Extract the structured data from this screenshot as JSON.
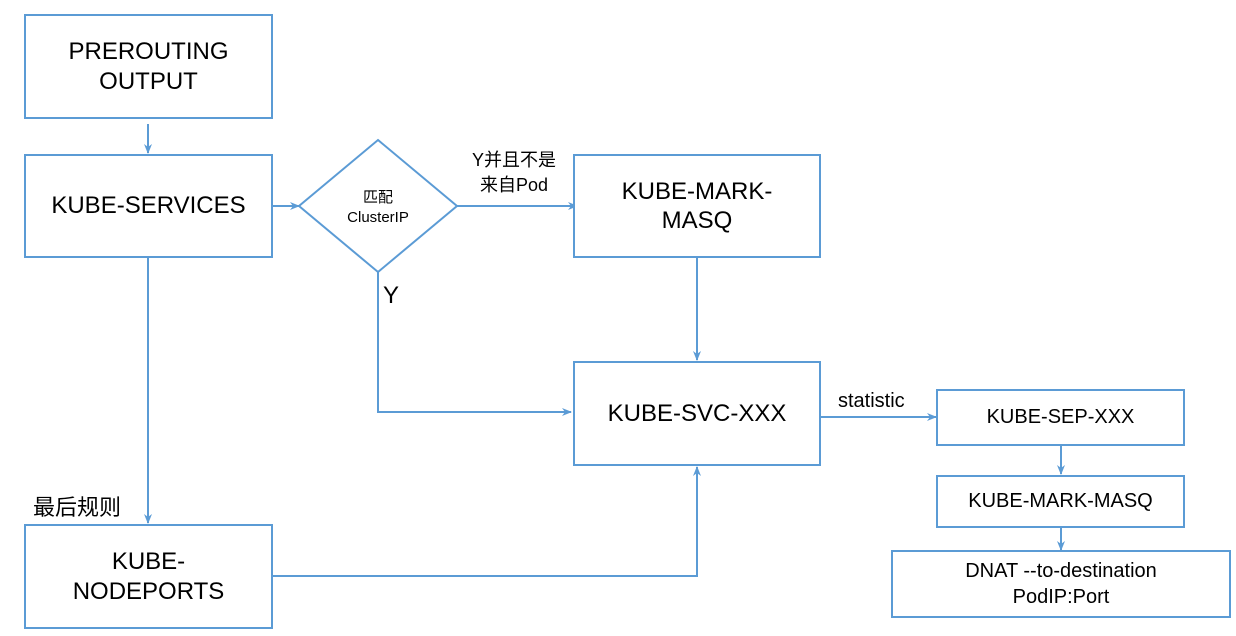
{
  "colors": {
    "line": "#5b9bd5",
    "text": "#000000",
    "background": "#ffffff"
  },
  "nodes": {
    "entry": {
      "line1": "PREROUTING",
      "line2": "OUTPUT"
    },
    "services": {
      "label": "KUBE-SERVICES"
    },
    "decision": {
      "line1": "匹配",
      "line2": "ClusterIP"
    },
    "mark_masq": {
      "line1": "KUBE-MARK-",
      "line2": "MASQ"
    },
    "svc": {
      "label": "KUBE-SVC-XXX"
    },
    "nodeports": {
      "line1": "KUBE-",
      "line2": "NODEPORTS"
    },
    "sep": {
      "label": "KUBE-SEP-XXX"
    },
    "mark_masq2": {
      "label": "KUBE-MARK-MASQ"
    },
    "dnat": {
      "line1": "DNAT --to-destination",
      "line2": "PodIP:Port"
    }
  },
  "edges": {
    "not_from_pod": {
      "line1": "Y并且不是",
      "line2": "来自Pod"
    },
    "yes": {
      "label": "Y"
    },
    "last_rule": {
      "label": "最后规则"
    },
    "statistic": {
      "label": "statistic"
    }
  }
}
